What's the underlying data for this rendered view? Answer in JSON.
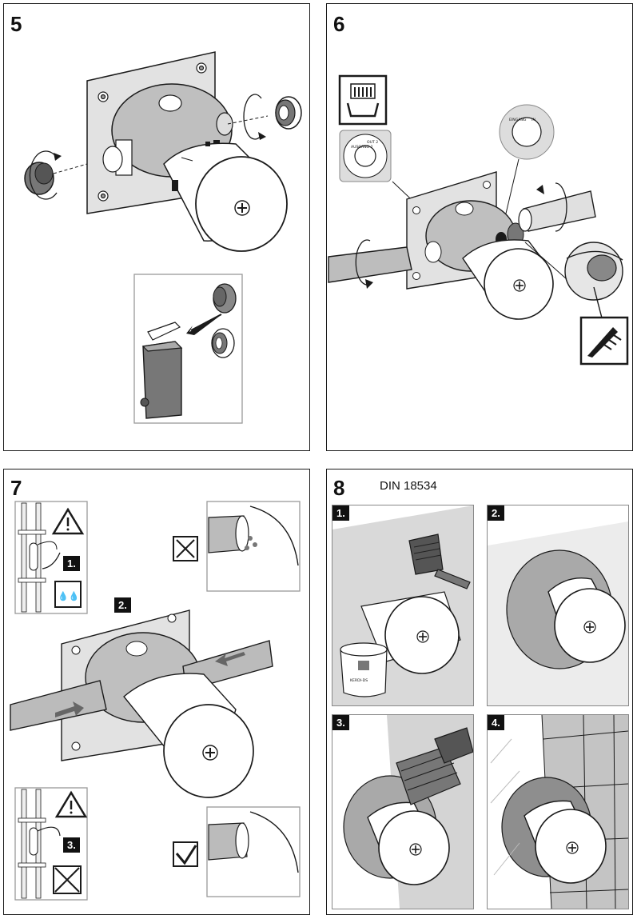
{
  "steps": {
    "s5": {
      "number": "5"
    },
    "s6": {
      "number": "6"
    },
    "s7": {
      "number": "7",
      "sub1": "1.",
      "sub2": "2.",
      "sub3": "3."
    },
    "s8": {
      "number": "8",
      "norm": "DIN 18534",
      "sub1": "1.",
      "sub2": "2.",
      "sub3": "3.",
      "sub4": "4."
    }
  },
  "labels": {
    "inlet_ring": {
      "eingang": "EINGANG",
      "in": "IN"
    },
    "outlet_ring": {
      "ausgang": "AUSGANG 2",
      "out": "OUT 2"
    },
    "bucket": "KERDI-DS"
  },
  "icons": [
    "trash-bin-icon",
    "shower-tray-icon",
    "warning-triangle-icon",
    "water-drops-icon",
    "no-water-icon",
    "cross-icon",
    "check-icon",
    "sealant-icon",
    "brush-icon"
  ],
  "colors": {
    "line": "#1a1a1a",
    "gray_dark": "#6e6e6e",
    "gray_mid": "#a9a9a9",
    "gray_light": "#d9d9d9"
  }
}
